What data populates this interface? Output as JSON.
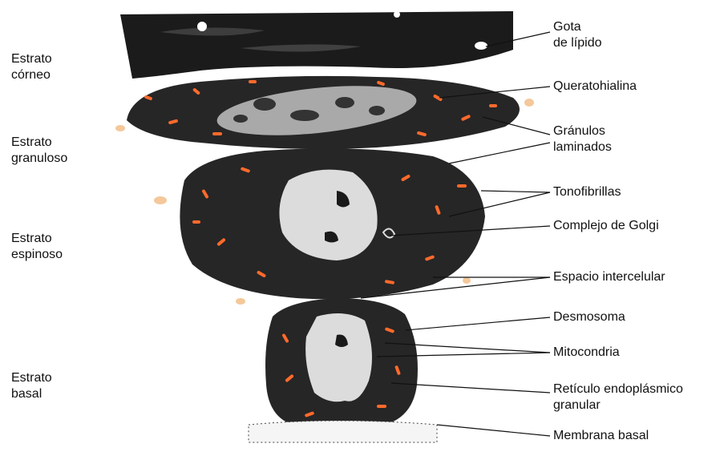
{
  "layers_left": [
    {
      "line1": "Estrato",
      "line2": "córneo"
    },
    {
      "line1": "Estrato",
      "line2": "granuloso"
    },
    {
      "line1": "Estrato",
      "line2": "espinoso"
    },
    {
      "line1": "Estrato",
      "line2": "basal"
    }
  ],
  "labels_right": {
    "lipid_drop_1": "Gota",
    "lipid_drop_2": "de lípido",
    "keratohyalin": "Queratohialina",
    "lamellar_granules_1": "Gránulos",
    "lamellar_granules_2": "laminados",
    "tonofibrils": "Tonofibrillas",
    "golgi": "Complejo de Golgi",
    "intercellular_space": "Espacio intercelular",
    "desmosome": "Desmosoma",
    "mitochondria": "Mitocondria",
    "rer_1": "Retículo endoplásmico",
    "rer_2": "granular",
    "basement_membrane": "Membrana basal"
  },
  "colors": {
    "cytoplasm": "#262626",
    "stratum_corneum": "#1b1b1b",
    "nucleus": "#dcdcdc",
    "keratohyalin_body": "#a9a9a9",
    "organelle_orange": "#ff6a2c",
    "lipid": "#f4c89a",
    "line": "#111111"
  }
}
